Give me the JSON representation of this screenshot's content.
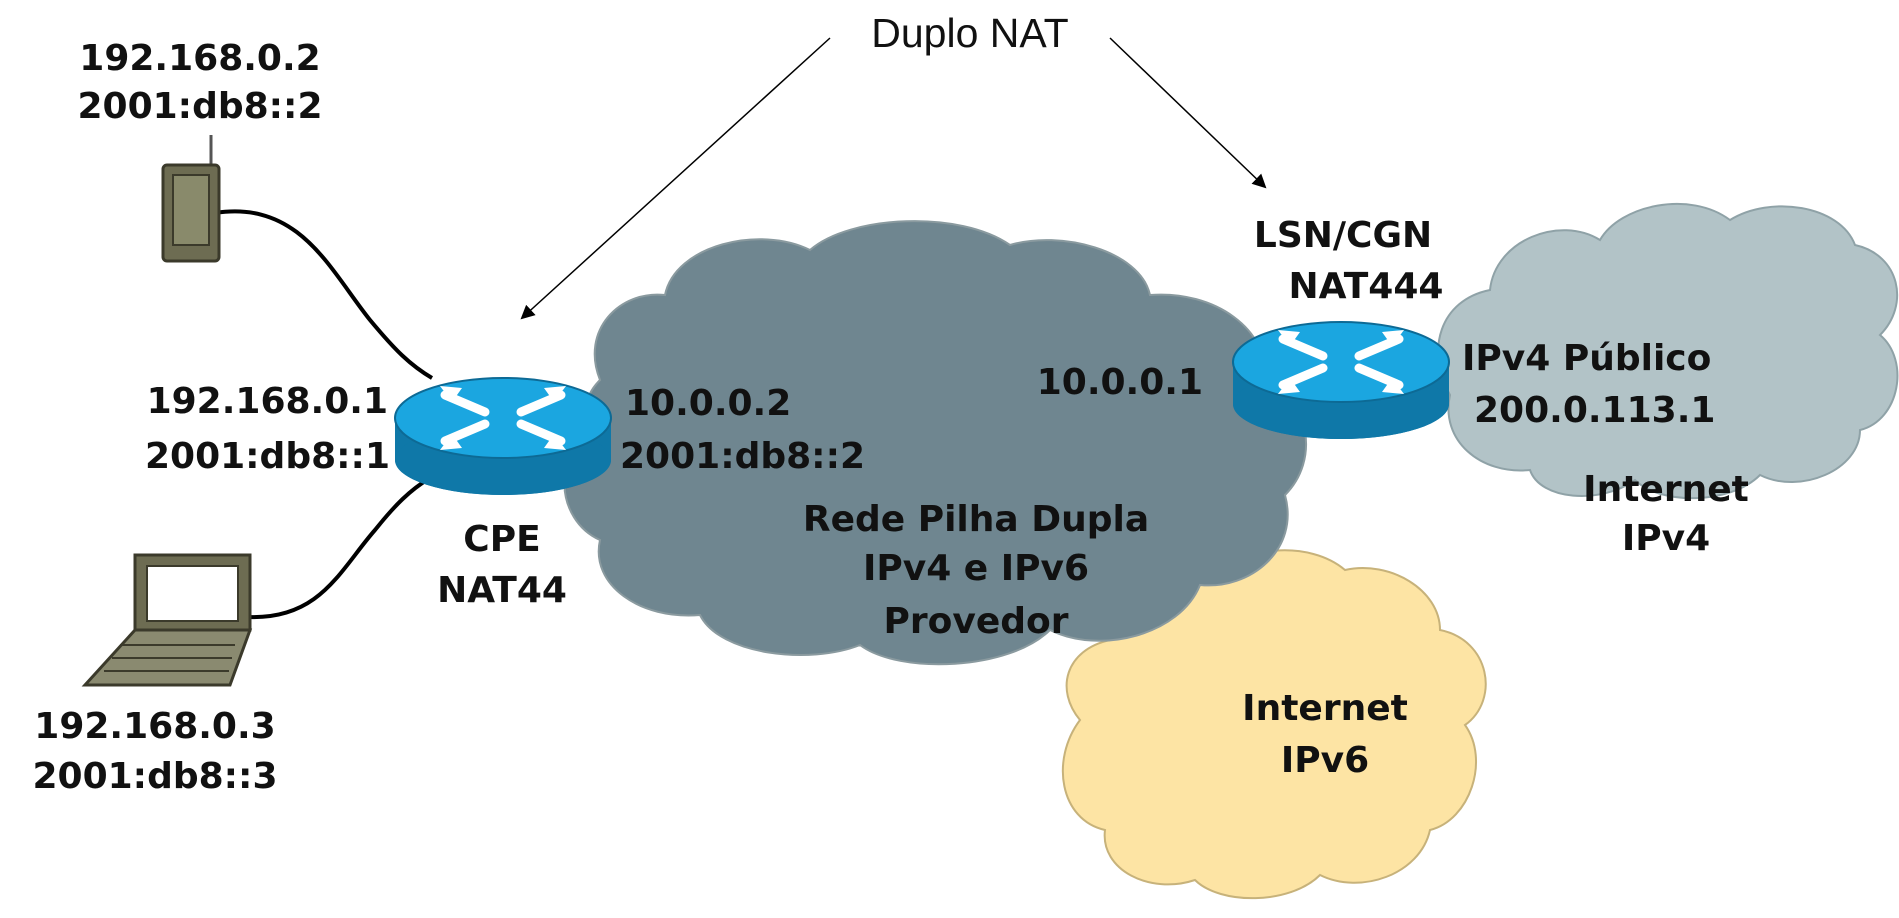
{
  "title": {
    "text": "Duplo NAT"
  },
  "devices": {
    "phone": {
      "ipv4": "192.168.0.2",
      "ipv6": "2001:db8::2"
    },
    "laptop": {
      "ipv4": "192.168.0.3",
      "ipv6": "2001:db8::3"
    },
    "cpe": {
      "lan_ipv4": "192.168.0.1",
      "lan_ipv6": "2001:db8::1",
      "wan_ipv4": "10.0.0.2",
      "wan_ipv6": "2001:db8::2",
      "name": "CPE",
      "role": "NAT44"
    },
    "cgn": {
      "name": "LSN/CGN",
      "role": "NAT444",
      "inside_ipv4": "10.0.0.1",
      "public_label": "IPv4 Público",
      "public_ipv4": "200.0.113.1"
    }
  },
  "clouds": {
    "provider": {
      "line1": "Rede Pilha Dupla",
      "line2": "IPv4 e IPv6",
      "line3": "Provedor",
      "color": "#6f8690"
    },
    "internet_v4": {
      "line1": "Internet",
      "line2": "IPv4",
      "color": "#b2c3c7"
    },
    "internet_v6": {
      "line1": "Internet",
      "line2": "IPv6",
      "color": "#fde4a4"
    }
  },
  "colors": {
    "router_top": "#1ba6e0",
    "router_side": "#0f78a8",
    "cloud_outline": "#8a9a9f"
  }
}
